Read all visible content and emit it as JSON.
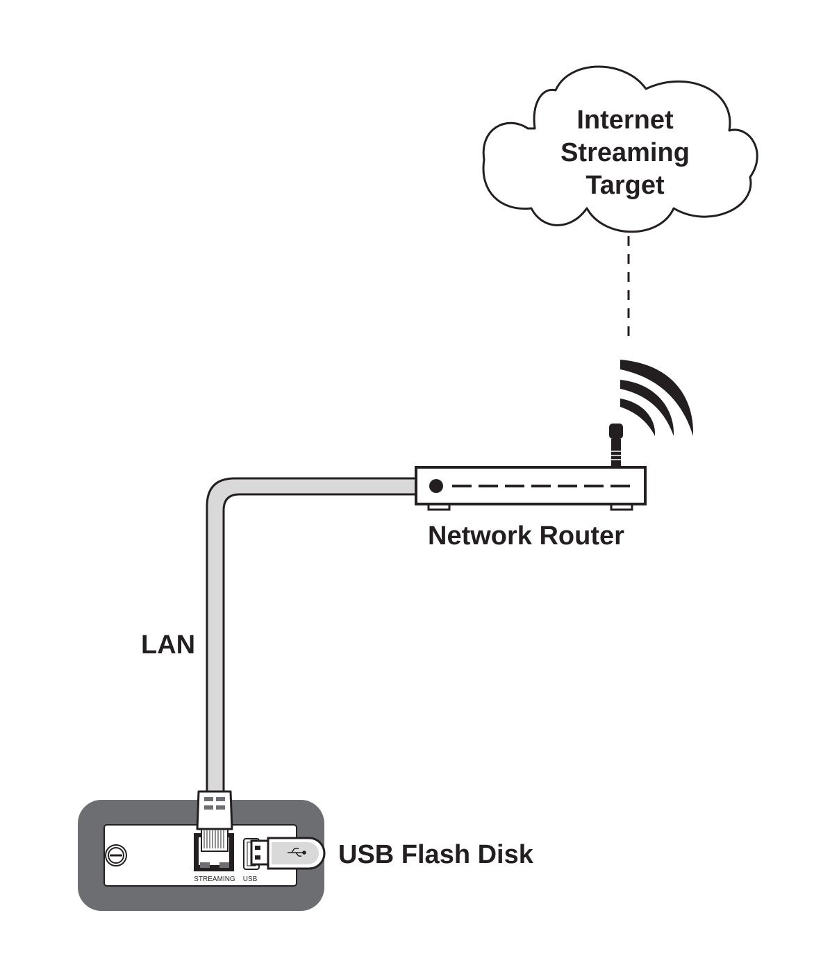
{
  "labels": {
    "cloud_lines": [
      "Internet",
      "Streaming",
      "Target"
    ],
    "router": "Network Router",
    "lan": "LAN",
    "usb_flash_disk": "USB Flash Disk",
    "port_streaming": "STREAMING",
    "port_usb": "USB"
  },
  "colors": {
    "line": "#231f20",
    "cable_fill": "#d9d9d9",
    "device_housing": "#6d6e71",
    "background": "#ffffff"
  }
}
